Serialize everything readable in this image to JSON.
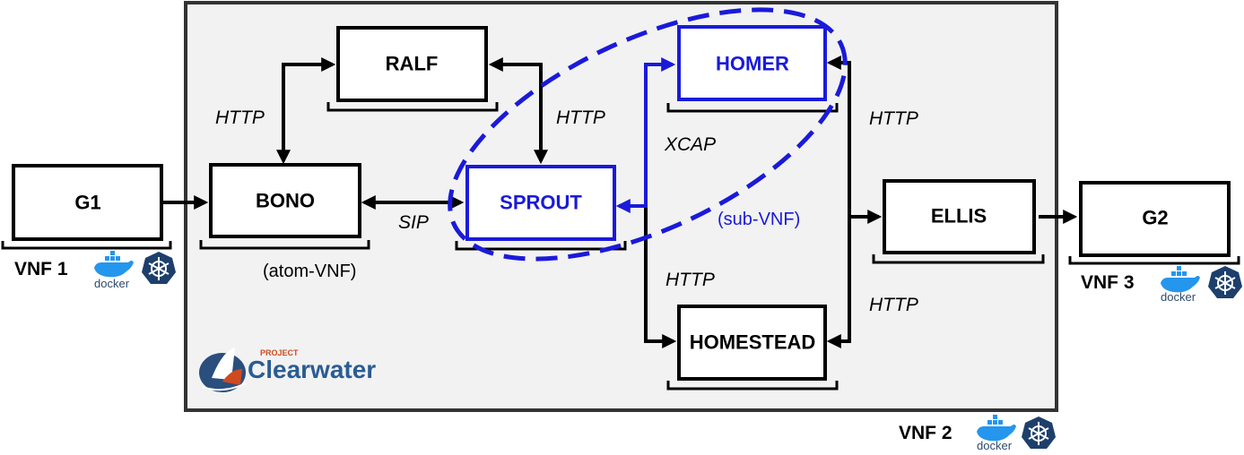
{
  "vnf2_container": {
    "label": "VNF 2"
  },
  "components": {
    "g1": "G1",
    "g2": "G2",
    "bono": "BONO",
    "ralf": "RALF",
    "sprout": "SPROUT",
    "homer": "HOMER",
    "homestead": "HOMESTEAD",
    "ellis": "ELLIS"
  },
  "vnf_labels": {
    "vnf1": "VNF 1",
    "vnf2": "VNF 2",
    "vnf3": "VNF 3"
  },
  "protocols": {
    "bono_ralf": "HTTP",
    "ralf_sprout": "HTTP",
    "sprout_bono": "SIP",
    "sprout_homer": "XCAP",
    "sprout_homestead": "HTTP",
    "homer_ellis": "HTTP",
    "homestead_ellis": "HTTP"
  },
  "annotations": {
    "atom_vnf": "(atom-VNF)",
    "sub_vnf": "(sub-VNF)"
  },
  "logo": {
    "project": "PROJECT",
    "name": "Clearwater"
  },
  "docker_text": "docker",
  "colors": {
    "highlight": "#1a1adb",
    "container_bg": "#f2f2f2",
    "docker_blue": "#2496ed",
    "kubernetes": "#326ce5"
  }
}
